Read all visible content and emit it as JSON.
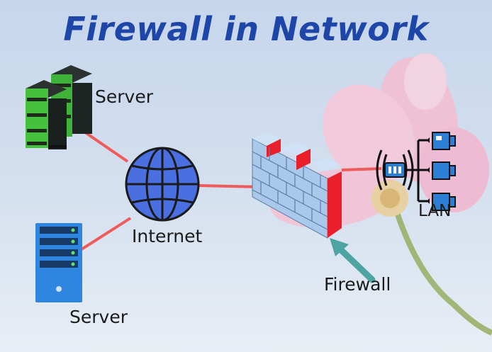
{
  "title": "Firewall in Network",
  "labels": {
    "server_top": "Server",
    "server_bottom": "Server",
    "internet": "Internet",
    "firewall": "Firewall",
    "lan": "LAN"
  },
  "colors": {
    "title": "#1e46a8",
    "link": "#f05a5a",
    "globe": "#4a6fe0",
    "firewall_brick": "#a9c8ea",
    "firewall_red": "#ea1f2a",
    "arrow": "#4ea3a3",
    "server_green": "#3fb23a",
    "server_blue": "#2f86e0"
  },
  "icons": [
    "server-rack-icon",
    "server-tower-icon",
    "globe-icon",
    "firewall-icon",
    "router-icon",
    "computer-icon",
    "flower-image"
  ]
}
